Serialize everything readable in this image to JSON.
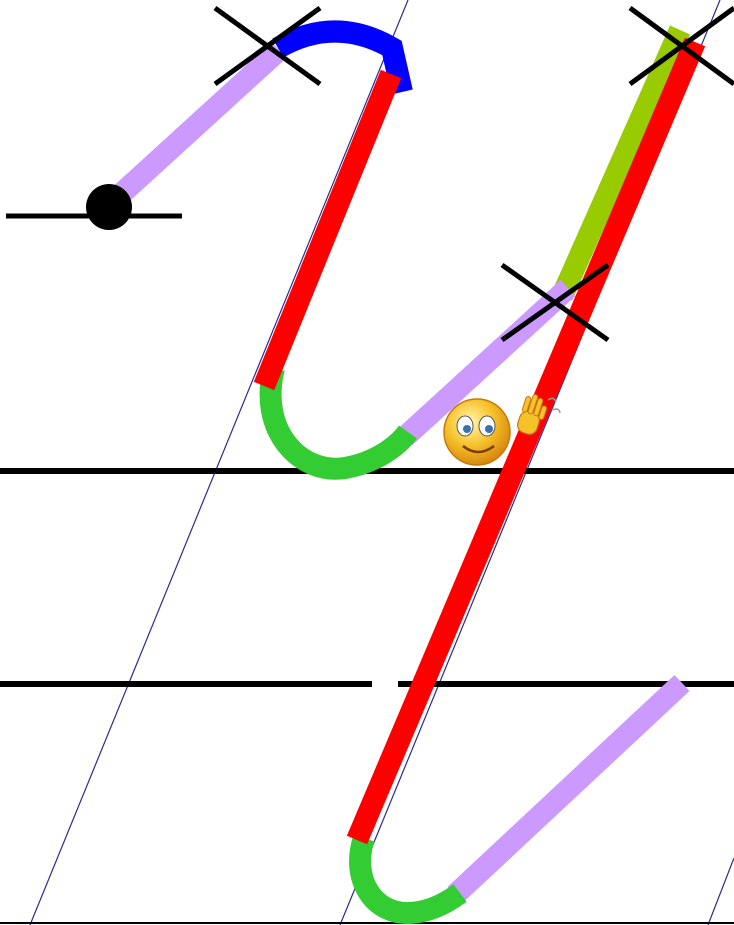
{
  "background_color": "#ffffff",
  "colors": {
    "slant_guide": "#2b2b8f",
    "baseline_rule": "#000000",
    "connector_stroke": "#cc99ff",
    "top_arc_stroke": "#0000ff",
    "downstroke": "#ff0000",
    "bottom_loop": "#33cc33",
    "upstroke": "#99cc00",
    "start_point": "#000000",
    "stop_mark": "#000000"
  },
  "icons": {
    "start_point": "start-dot-icon",
    "stop_marks": "cross-mark-icon",
    "waving_smiley": "waving-smiley-emoji-icon"
  },
  "stroke_order": [
    "connector-stroke",
    "top-arc",
    "downstroke",
    "bottom-loop",
    "rising-connector",
    "upstroke",
    "long-downstroke",
    "final-loop",
    "exit-stroke"
  ]
}
